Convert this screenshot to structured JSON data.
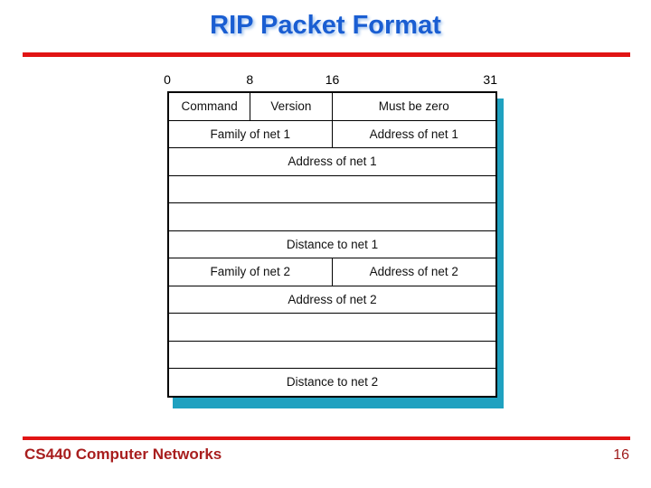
{
  "slide": {
    "title": "RIP Packet Format",
    "footer": "CS440 Computer Networks",
    "page_number": "16"
  },
  "colors": {
    "title_blue": "#1a5ed2",
    "rule_red": "#e11414",
    "footer_red": "#a81e1e",
    "shadow_teal": "#1fa1c0",
    "table_border": "#000000"
  },
  "diagram": {
    "total_bits": 32,
    "bit_labels": [
      {
        "bit": 0,
        "label": "0"
      },
      {
        "bit": 8,
        "label": "8"
      },
      {
        "bit": 16,
        "label": "16"
      },
      {
        "bit": 31,
        "label": "31"
      }
    ],
    "rows": [
      {
        "cells": [
          {
            "label": "Command",
            "span": 8
          },
          {
            "label": "Version",
            "span": 8
          },
          {
            "label": "Must be zero",
            "span": 16
          }
        ]
      },
      {
        "cells": [
          {
            "label": "Family of net 1",
            "span": 16
          },
          {
            "label": "Address of net 1",
            "span": 16
          }
        ]
      },
      {
        "cells": [
          {
            "label": "Address of net 1",
            "span": 32
          }
        ]
      },
      {
        "cells": [
          {
            "label": "",
            "span": 32
          }
        ]
      },
      {
        "cells": [
          {
            "label": "",
            "span": 32
          }
        ]
      },
      {
        "cells": [
          {
            "label": "Distance to net 1",
            "span": 32
          }
        ]
      },
      {
        "cells": [
          {
            "label": "Family of net 2",
            "span": 16
          },
          {
            "label": "Address of net 2",
            "span": 16
          }
        ]
      },
      {
        "cells": [
          {
            "label": "Address of net 2",
            "span": 32
          }
        ]
      },
      {
        "cells": [
          {
            "label": "",
            "span": 32
          }
        ]
      },
      {
        "cells": [
          {
            "label": "",
            "span": 32
          }
        ]
      },
      {
        "cells": [
          {
            "label": "Distance to net 2",
            "span": 32
          }
        ]
      }
    ]
  }
}
